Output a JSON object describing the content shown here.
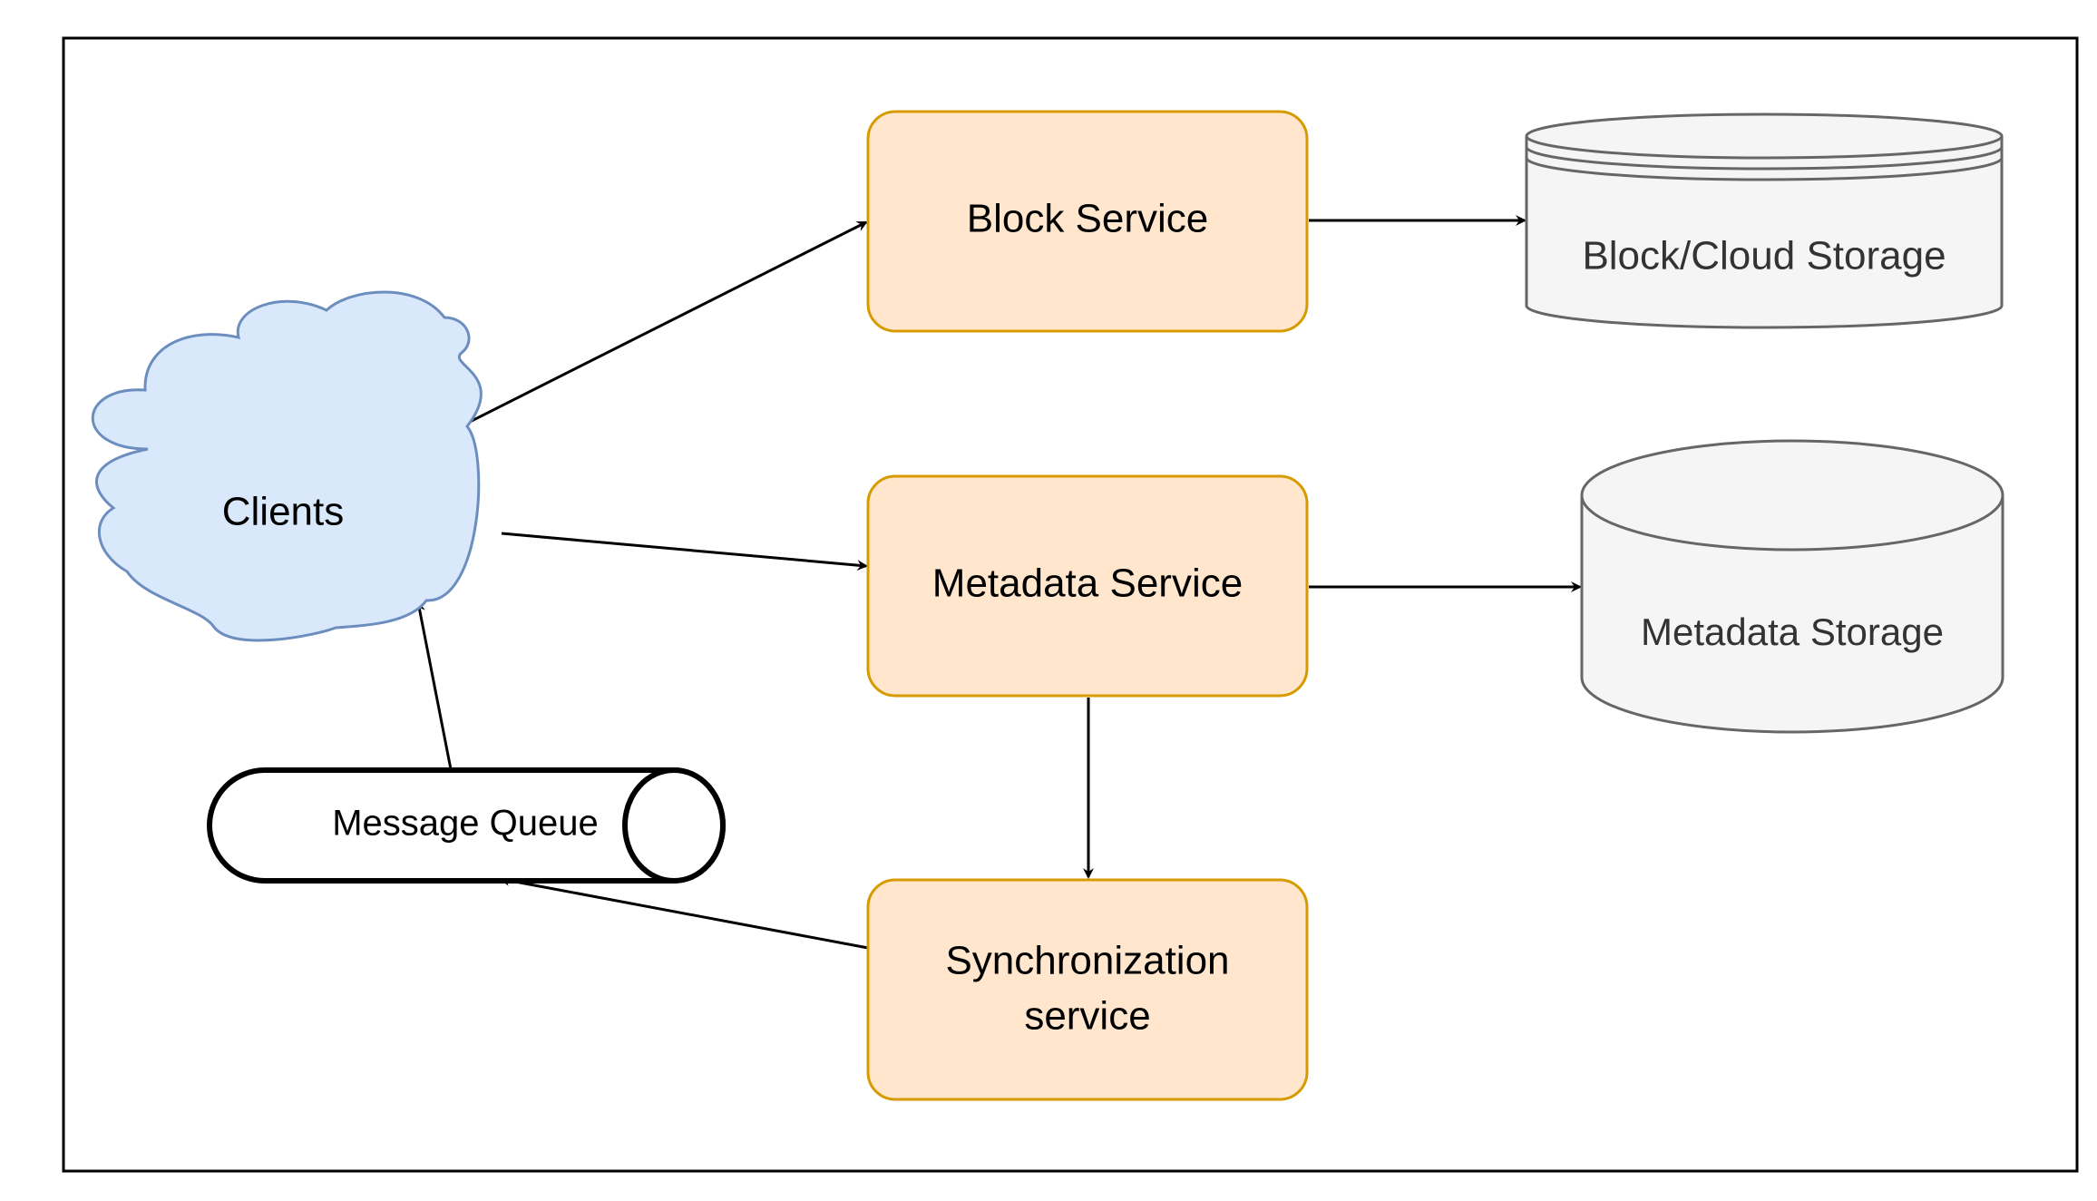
{
  "colors": {
    "service_fill": "#ffe6cc",
    "service_stroke": "#d79b00",
    "cloud_fill": "#dae8fc",
    "cloud_stroke": "#6c8ebf",
    "storage_fill": "#f5f5f5",
    "storage_stroke": "#666666",
    "queue_fill": "#ffffff",
    "queue_stroke": "#000000",
    "edge": "#000000",
    "frame": "#000000"
  },
  "nodes": {
    "clients": {
      "label": "Clients"
    },
    "block_service": {
      "label": "Block Service"
    },
    "metadata_service": {
      "label": "Metadata Service"
    },
    "sync_service": {
      "label_line1": "Synchronization",
      "label_line2": "service"
    },
    "message_queue": {
      "label": "Message Queue"
    },
    "block_storage": {
      "label": "Block/Cloud Storage"
    },
    "metadata_storage": {
      "label": "Metadata Storage"
    }
  },
  "edges": [
    {
      "from": "Clients",
      "to": "Block Service"
    },
    {
      "from": "Clients",
      "to": "Metadata Service"
    },
    {
      "from": "Block Service",
      "to": "Block/Cloud Storage"
    },
    {
      "from": "Metadata Service",
      "to": "Metadata Storage"
    },
    {
      "from": "Metadata Service",
      "to": "Synchronization service"
    },
    {
      "from": "Synchronization service",
      "to": "Message Queue"
    },
    {
      "from": "Message Queue",
      "to": "Clients"
    }
  ]
}
